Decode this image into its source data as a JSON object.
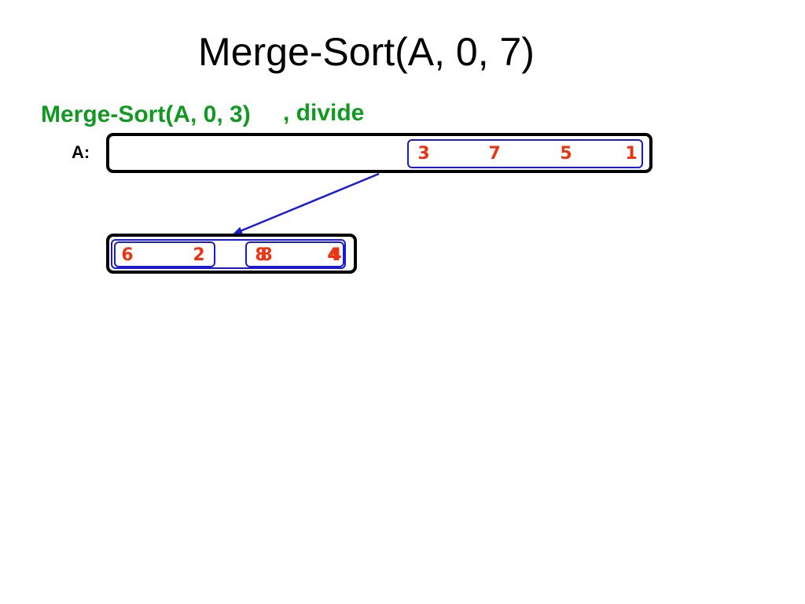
{
  "title": "Merge-Sort(A, 0, 7)",
  "current_call": {
    "label": "Merge-Sort(A, 0, 3)",
    "step": ", divide"
  },
  "array": {
    "label": "A:",
    "visible_values": [
      "3",
      "7",
      "5",
      "1"
    ]
  },
  "subarray": {
    "left_values": [
      "6",
      "2"
    ],
    "right_values": [
      "8",
      "8",
      "4",
      "4"
    ]
  },
  "colors": {
    "call_text": "#119922",
    "values": "#ee3311",
    "blue_outline": "#1a1ad6",
    "arrow": "#1a1ad6"
  }
}
